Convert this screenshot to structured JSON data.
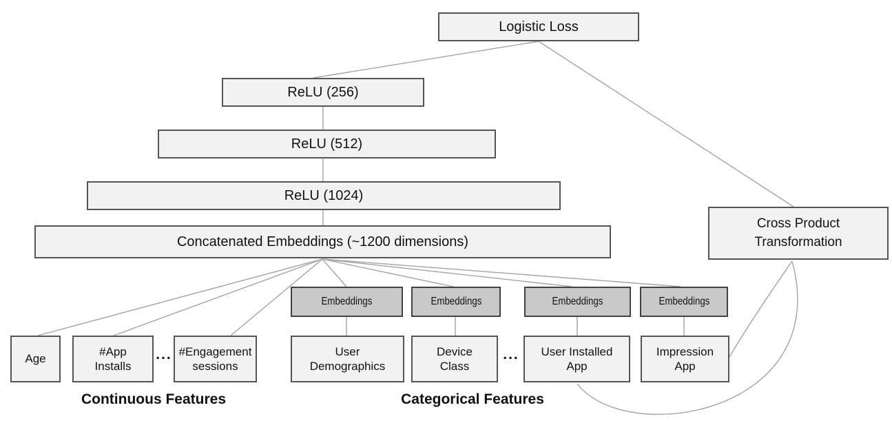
{
  "diagram": {
    "title_hint": "Wide and Deep model architecture diagram",
    "nodes": {
      "logistic_loss": "Logistic Loss",
      "relu_256": "ReLU (256)",
      "relu_512": "ReLU (512)",
      "relu_1024": "ReLU (1024)",
      "concat": "Concatenated Embeddings (~1200 dimensions)",
      "cross_product": "Cross Product\nTransformation",
      "embeddings": "Embeddings",
      "age": "Age",
      "app_installs": "#App\nInstalls",
      "engagement_sessions": "#Engagement\nsessions",
      "user_demographics": "User\nDemographics",
      "device_class": "Device\nClass",
      "user_installed_app": "User Installed\nApp",
      "impression_app": "Impression\nApp",
      "ellipsis": "..."
    },
    "section_labels": {
      "continuous": "Continuous Features",
      "categorical": "Categorical Features"
    },
    "edges": [
      {
        "from": "logistic_loss",
        "to": "relu_256"
      },
      {
        "from": "logistic_loss",
        "to": "cross_product"
      },
      {
        "from": "relu_256",
        "to": "relu_512"
      },
      {
        "from": "relu_512",
        "to": "relu_1024"
      },
      {
        "from": "relu_1024",
        "to": "concat"
      },
      {
        "from": "concat",
        "to": "age"
      },
      {
        "from": "concat",
        "to": "app_installs"
      },
      {
        "from": "concat",
        "to": "engagement_sessions"
      },
      {
        "from": "concat",
        "to": "embeddings_1"
      },
      {
        "from": "concat",
        "to": "embeddings_2"
      },
      {
        "from": "concat",
        "to": "embeddings_3"
      },
      {
        "from": "concat",
        "to": "embeddings_4"
      },
      {
        "from": "embeddings_1",
        "to": "user_demographics"
      },
      {
        "from": "embeddings_2",
        "to": "device_class"
      },
      {
        "from": "embeddings_3",
        "to": "user_installed_app"
      },
      {
        "from": "embeddings_4",
        "to": "impression_app"
      },
      {
        "from": "user_installed_app",
        "to": "cross_product",
        "style": "curved"
      },
      {
        "from": "impression_app",
        "to": "cross_product",
        "style": "curved"
      }
    ],
    "colors": {
      "box_fill": "#f2f2f2",
      "box_border": "#525456",
      "embedding_fill": "#c9c9c9",
      "embedding_border": "#404142",
      "line": "#a3a3a3",
      "text": "#111111"
    }
  }
}
